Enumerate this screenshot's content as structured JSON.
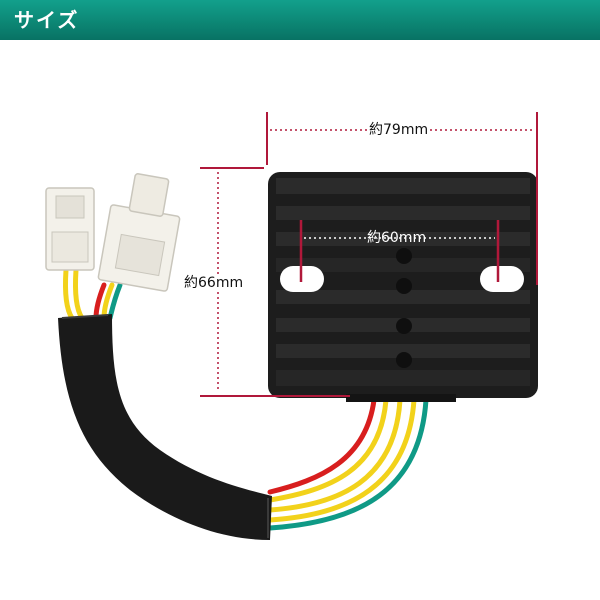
{
  "header": {
    "title": "サイズ",
    "color": "#0e8a78"
  },
  "dimensions": {
    "width_label": "約79mm",
    "height_label": "約66mm",
    "hole_spacing_label": "約60mm",
    "line_color": "#b0183a"
  },
  "product": {
    "body_color": "#1c1c1c",
    "wire_colors": [
      "#f2d21b",
      "#d81e1e",
      "#0f9a86"
    ]
  }
}
